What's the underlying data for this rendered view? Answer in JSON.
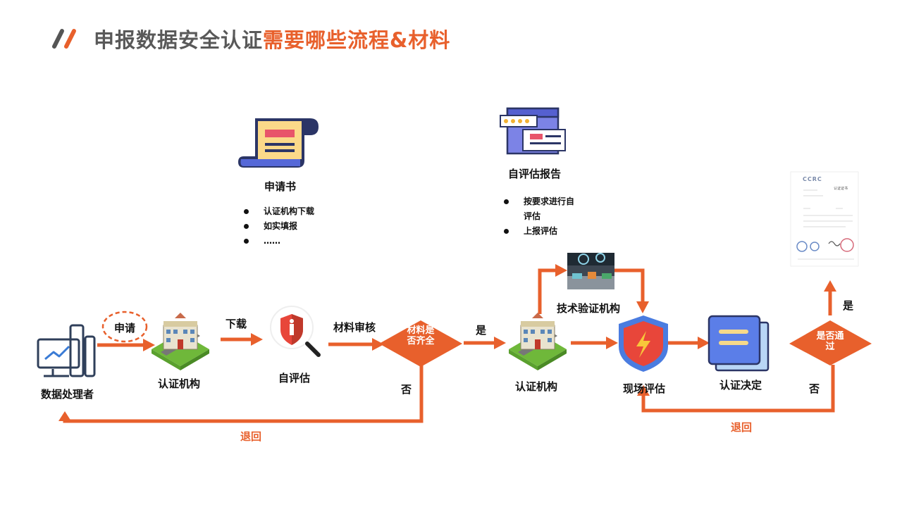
{
  "title": {
    "main": "申报数据安全认证",
    "accent": "需要哪些流程&材料"
  },
  "nodes": {
    "data_processor": "数据处理者",
    "apply": "申请",
    "cert_body_1": "认证机构",
    "download": "下载",
    "self_assess": "自评估",
    "material_review": "材料审核",
    "decision_material": "材料是否齐全",
    "yes_1": "是",
    "no_1": "否",
    "return_1": "退回",
    "cert_body_2": "认证机构",
    "tech_body": "技术验证机构",
    "onsite_assess": "现场评估",
    "cert_decision": "认证决定",
    "decision_pass": "是否通过",
    "yes_2": "是",
    "no_2": "否",
    "return_2": "退回"
  },
  "application_form": {
    "title": "申请书",
    "items": [
      "认证机构下载",
      "如实填报",
      "……"
    ]
  },
  "self_report": {
    "title": "自评估报告",
    "items": [
      "按要求进行自评估",
      "上报评估"
    ]
  },
  "certificate": {
    "header": "CCRC",
    "doc_title": "认证证书"
  },
  "colors": {
    "accent": "#e8602c",
    "title_gray": "#595959",
    "navy": "#2b3566",
    "purple": "#6a63d8",
    "blue": "#3a7bd5"
  }
}
